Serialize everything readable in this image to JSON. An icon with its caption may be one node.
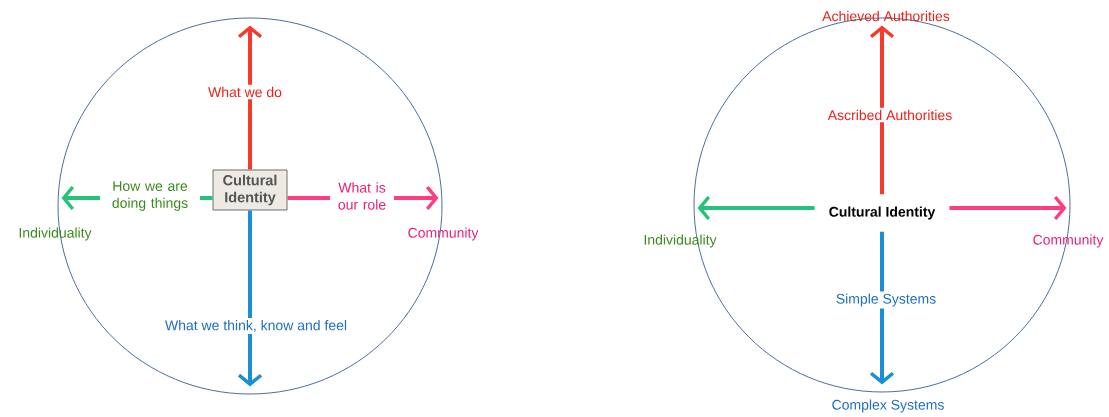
{
  "diagram": {
    "nodes": [
      {
        "text": [],
        "shape": "circle"
      },
      {
        "text": [
          "Cultural Identity"
        ],
        "in": 0
      },
      {
        "text": [],
        "shape": "circle"
      },
      {
        "text": [
          "Cultural Identity"
        ],
        "in": 2
      }
    ],
    "edges": [
      {
        "from": 1,
        "to": 0,
        "arrow": "to",
        "label": "What we do",
        "color": "#f7392b"
      },
      {
        "from": 1,
        "to": 0,
        "arrow": "to",
        "label": "How we are doing things",
        "color": "#27c27a"
      },
      {
        "from": 1,
        "to": 0,
        "arrow": "to",
        "label": "What is our role",
        "color": "#ff3d80"
      },
      {
        "from": 1,
        "to": 0,
        "arrow": "to",
        "label": "What we think, know and feel",
        "color": "#1a8fd6"
      },
      {
        "from": 3,
        "to": 2,
        "arrow": "to",
        "label": "Ascribed Authorities",
        "color": "#f7392b"
      },
      {
        "from": 3,
        "to": 2,
        "arrow": "to",
        "color": "#27c27a"
      },
      {
        "from": 3,
        "to": 2,
        "arrow": "to",
        "color": "#ff3d80"
      },
      {
        "from": 3,
        "to": 2,
        "arrow": "to",
        "label": "Simple Systems",
        "color": "#1a8fd6"
      }
    ],
    "labels": [
      "Individuality",
      "Community",
      "Achieved Authorities",
      "Individuality",
      "Community",
      "Complex Systems"
    ]
  }
}
